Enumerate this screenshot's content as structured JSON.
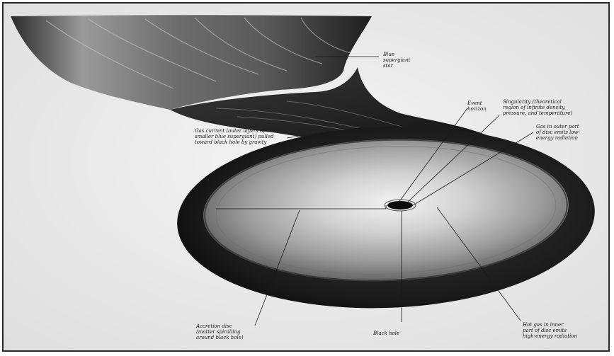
{
  "labels": {
    "star": "Blue\nsupergiant\nstar",
    "event_horizon": "Event\nhorizon",
    "singularity": "Singularity (theoretical\nregion of infinite density,\npressure, and temperature)",
    "gas_outer": "Gas in outer part\nof disc emits low-\nenergy radiation",
    "gas_current": "Gas current (outer layers of\nsmaller blue supergiant) pulled\ntoward black hole by gravity",
    "accretion_disc": "Accretion disc\n(matter spiralling\naround black hole)",
    "black_hole": "Black hole",
    "hot_gas": "Hot gas in inner\npart of disc emits\nhigh-energy radiation"
  }
}
